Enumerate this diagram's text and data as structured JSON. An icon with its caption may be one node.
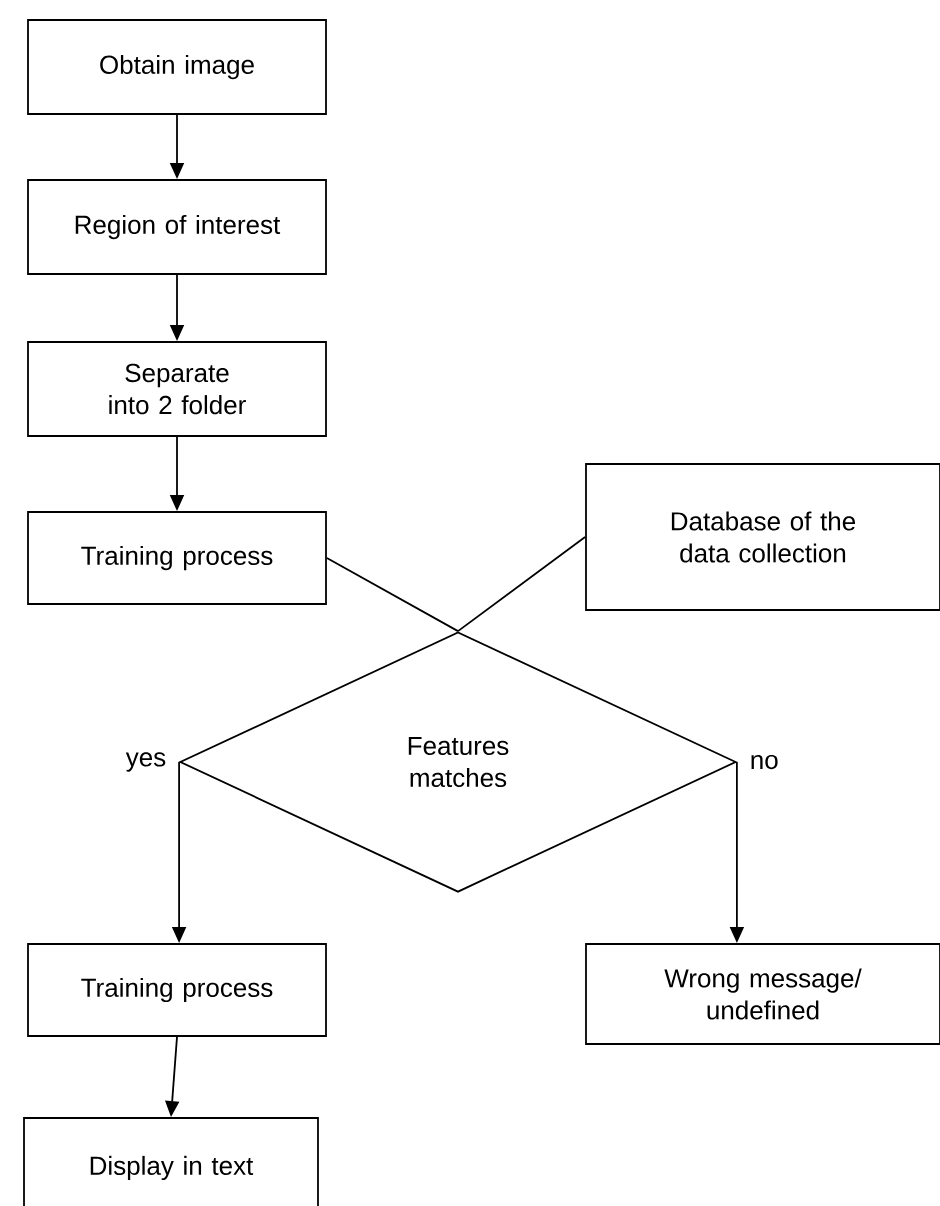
{
  "diagram": {
    "nodes": [
      {
        "text": [
          "Obtain image"
        ]
      },
      {
        "text": [
          "Region of interest"
        ]
      },
      {
        "text": [
          "Separate into 2 folder"
        ]
      },
      {
        "text": [
          "Training process"
        ]
      },
      {
        "text": [
          "Database of the data collection"
        ]
      },
      {
        "text": [
          "Features matches"
        ]
      },
      {
        "text": [
          "Training process"
        ]
      },
      {
        "text": [
          "Wrong message/ undefined"
        ]
      },
      {
        "text": [
          "Display in text"
        ]
      }
    ],
    "edges": [
      {
        "from": 0,
        "to": 1,
        "arrow": "to"
      },
      {
        "from": 1,
        "to": 2,
        "arrow": "to"
      },
      {
        "from": 2,
        "to": 3,
        "arrow": "to"
      },
      {
        "from": 3,
        "to": 5,
        "arrow": "none"
      },
      {
        "from": 4,
        "to": 5,
        "arrow": "none"
      },
      {
        "from": 5,
        "to": 6,
        "arrow": "to",
        "label": "yes"
      },
      {
        "from": 5,
        "to": 7,
        "arrow": "to",
        "label": "no"
      },
      {
        "from": 6,
        "to": 8,
        "arrow": "to"
      }
    ]
  }
}
